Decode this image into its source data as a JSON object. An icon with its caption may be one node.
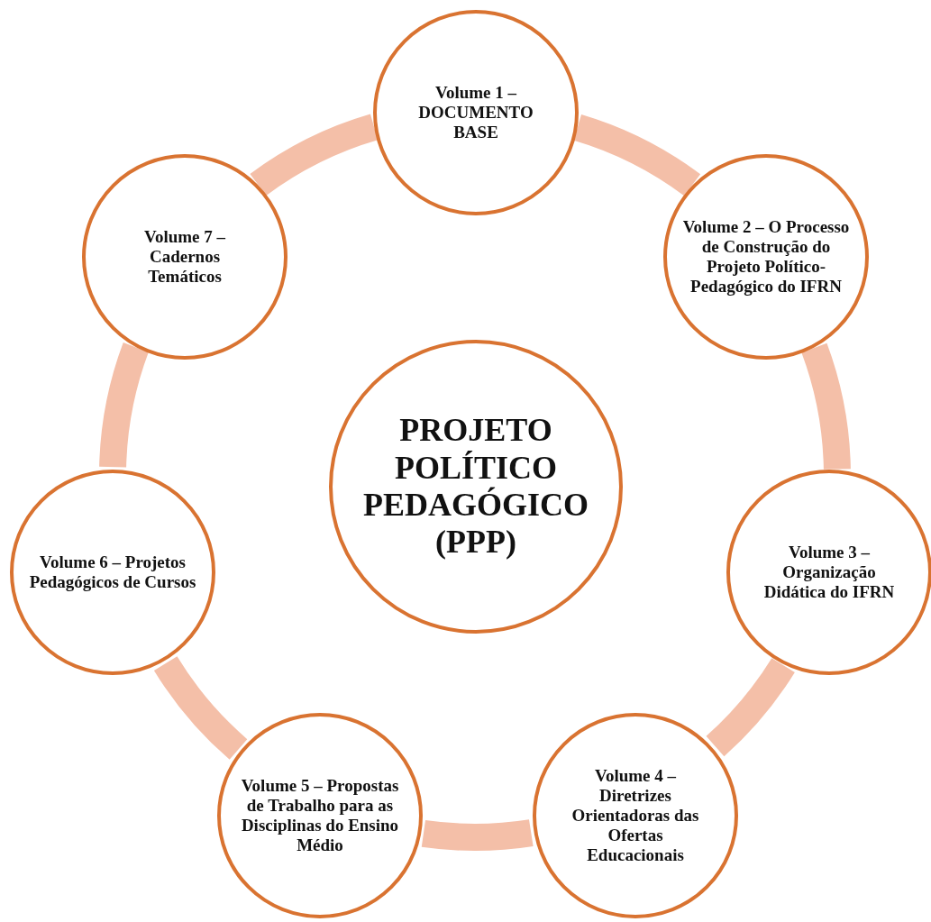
{
  "diagram": {
    "nodes": [
      {
        "text": [
          "PROJETO POLÍTICO PEDAGÓGICO (PPP)"
        ]
      },
      {
        "text": [
          "Volume 1 – DOCUMENTO BASE"
        ]
      },
      {
        "text": [
          "Volume 2 – O Processo de Construção do Projeto Político-Pedagógico do IFRN"
        ]
      },
      {
        "text": [
          "Volume 3 – Organização Didática do IFRN"
        ]
      },
      {
        "text": [
          "Volume 4 – Diretrizes Orientadoras das Ofertas Educacionais"
        ]
      },
      {
        "text": [
          "Volume 5 – Propostas de Trabalho para as Disciplinas do Ensino Médio"
        ]
      },
      {
        "text": [
          "Volume 6 – Projetos Pedagógicos de Cursos"
        ]
      },
      {
        "text": [
          "Volume 7 – Cadernos Temáticos"
        ]
      }
    ],
    "edges": [
      {
        "from": 1,
        "to": 2,
        "arrow": "none"
      },
      {
        "from": 2,
        "to": 3,
        "arrow": "none"
      },
      {
        "from": 3,
        "to": 4,
        "arrow": "none"
      },
      {
        "from": 4,
        "to": 5,
        "arrow": "none"
      },
      {
        "from": 5,
        "to": 6,
        "arrow": "none"
      },
      {
        "from": 6,
        "to": 7,
        "arrow": "none"
      },
      {
        "from": 7,
        "to": 1,
        "arrow": "none"
      }
    ]
  }
}
